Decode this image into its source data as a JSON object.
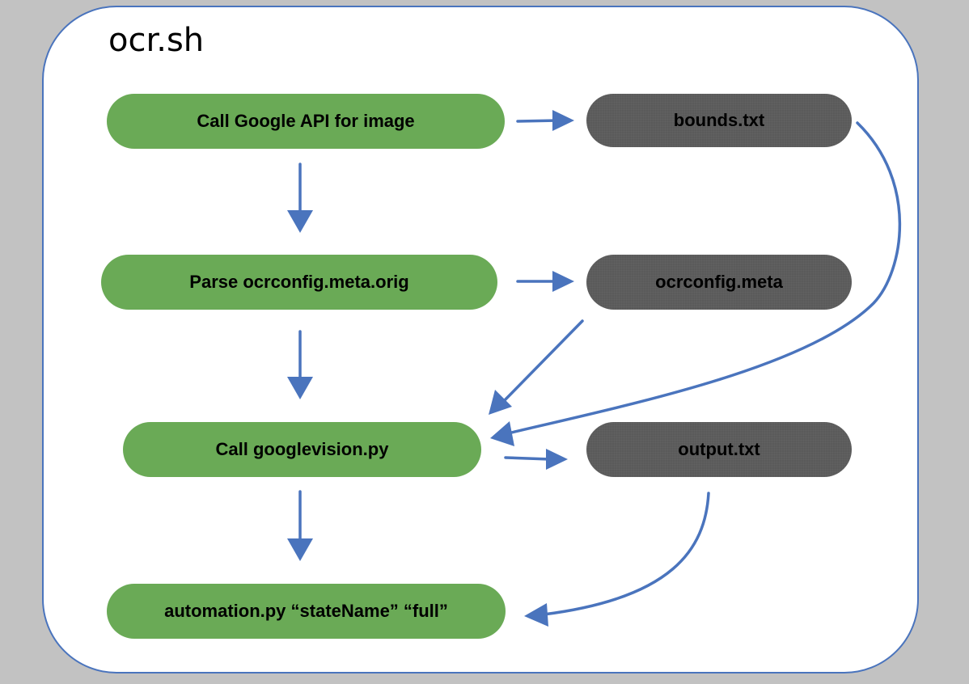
{
  "diagram": {
    "title": "ocr.sh",
    "colors": {
      "background": "#c2c2c2",
      "container_border": "#4a74bd",
      "process_node": "#6aaa56",
      "file_node": "#5a5a5a",
      "arrow": "#4a74bd"
    },
    "nodes": {
      "call_google_api": "Call Google API for image",
      "parse_config": "Parse ocrconfig.meta.orig",
      "call_googlevision": "Call googlevision.py",
      "automation": "automation.py “stateName” “full”",
      "bounds_file": "bounds.txt",
      "config_meta_file": "ocrconfig.meta",
      "output_file": "output.txt"
    },
    "edges": [
      {
        "from": "call_google_api",
        "to": "bounds_file"
      },
      {
        "from": "call_google_api",
        "to": "parse_config"
      },
      {
        "from": "parse_config",
        "to": "config_meta_file"
      },
      {
        "from": "parse_config",
        "to": "call_googlevision"
      },
      {
        "from": "config_meta_file",
        "to": "call_googlevision"
      },
      {
        "from": "bounds_file",
        "to": "call_googlevision"
      },
      {
        "from": "call_googlevision",
        "to": "output_file"
      },
      {
        "from": "call_googlevision",
        "to": "automation"
      },
      {
        "from": "output_file",
        "to": "automation"
      }
    ]
  }
}
